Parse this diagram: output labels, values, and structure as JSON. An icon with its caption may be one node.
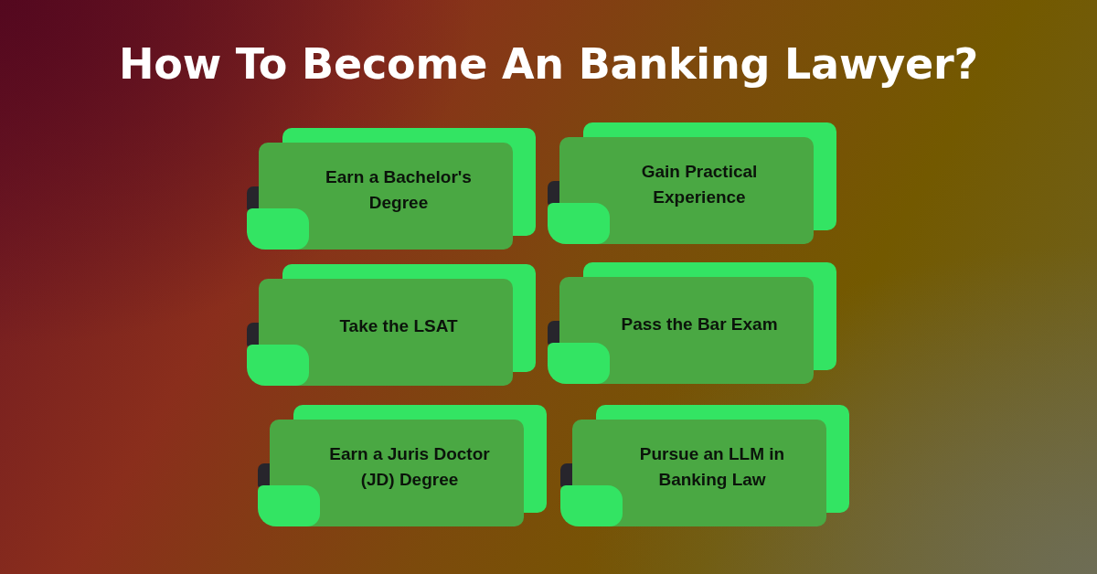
{
  "diagram": {
    "title": "How To Become An Banking Lawyer?",
    "nodes": [
      {
        "text": [
          "Earn a Bachelor's Degree"
        ]
      },
      {
        "text": [
          "Gain Practical Experience"
        ]
      },
      {
        "text": [
          "Take the LSAT"
        ]
      },
      {
        "text": [
          "Pass the Bar Exam"
        ]
      },
      {
        "text": [
          "Earn a Juris Doctor (JD) Degree"
        ]
      },
      {
        "text": [
          "Pursue an LLM in Banking Law"
        ]
      }
    ]
  }
}
